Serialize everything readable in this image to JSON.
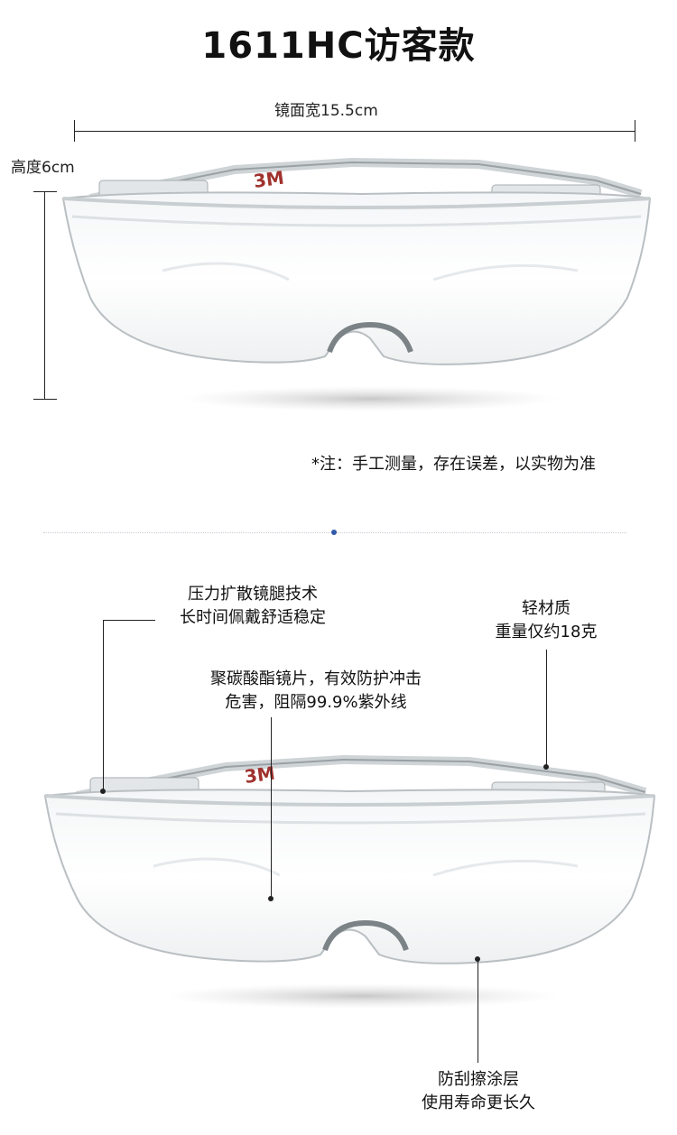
{
  "title": "1611HC访客款",
  "dimensions": {
    "width_label": "镜面宽15.5cm",
    "height_label": "高度6cm"
  },
  "note": "*注：手工测量，存在误差，以实物为准",
  "features": {
    "anti_fog": {
      "line1": "压力扩散镜腿技术",
      "line2": "长时间佩戴舒适稳定"
    },
    "lightweight": {
      "line1": "轻材质",
      "line2": "重量仅约18克"
    },
    "polycarbonate": {
      "line1": "聚碳酸酯镜片，有效防护冲击",
      "line2": "危害，阻隔99.9%紫外线"
    },
    "scratch": {
      "line1": "防刮擦涂层",
      "line2": "使用寿命更长久"
    }
  },
  "product_logo": "3M"
}
